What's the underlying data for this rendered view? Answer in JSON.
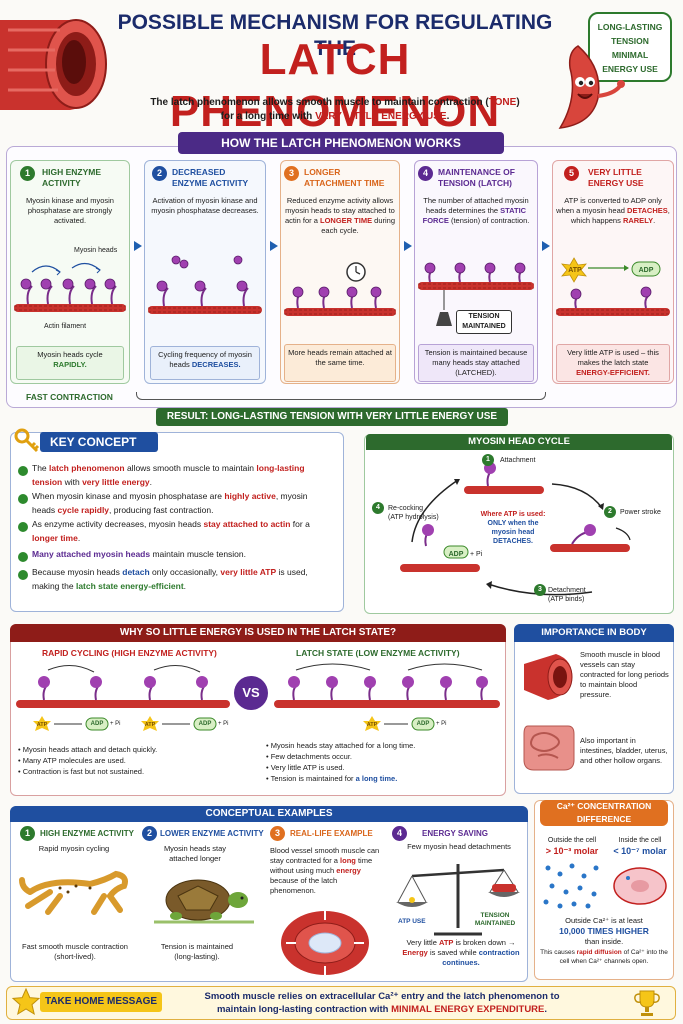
{
  "header": {
    "title_line1": "POSSIBLE MECHANISM FOR REGULATING THE",
    "title_line2": "LATCH PHENOMENON",
    "intro_pre": "The latch phenomenon allows smooth muscle to maintain contraction (",
    "intro_tone": "TONE",
    "intro_mid": ")",
    "intro_line2_pre": "for a long time with ",
    "intro_line2_em": "VERY LITTLE ENERGY USE",
    "intro_line2_post": ".",
    "callout": "LONG-LASTING TENSION MINIMAL ENERGY USE"
  },
  "how": {
    "banner": "HOW THE LATCH PHENOMENON WORKS",
    "steps": [
      {
        "num": "1",
        "title": "HIGH ENZYME ACTIVITY",
        "desc": "Myosin kinase and myosin phosphatase are strongly activated.",
        "lbl_heads": "Myosin heads",
        "lbl_actin": "Actin filament",
        "note_pre": "Myosin heads cycle ",
        "note_em": "RAPIDLY."
      },
      {
        "num": "2",
        "title": "DECREASED ENZYME ACTIVITY",
        "desc": "Activation of myosin kinase and myosin phosphatase decreases.",
        "note_pre": "Cycling frequency of myosin heads ",
        "note_em": "DECREASES."
      },
      {
        "num": "3",
        "title": "LONGER ATTACHMENT TIME",
        "desc_pre": "Reduced enzyme activity allows myosin heads to stay attached to actin for a ",
        "desc_em": "LONGER TIME",
        "desc_post": " during each cycle.",
        "note": "More heads remain attached at the same time."
      },
      {
        "num": "4",
        "title": "MAINTENANCE OF TENSION (LATCH)",
        "desc_pre": "The number of attached myosin heads determines the ",
        "desc_em": "STATIC FORCE",
        "desc_post": " (tension) of contraction.",
        "weight_lbl": "TENSION MAINTAINED",
        "note": "Tension is maintained because many heads stay attached (LATCHED)."
      },
      {
        "num": "5",
        "title": "VERY LITTLE ENERGY USE",
        "desc_pre": "ATP is converted to ADP only when a myosin head ",
        "desc_em": "DETACHES",
        "desc_mid": ", which happens ",
        "desc_em2": "RARELY",
        "desc_post": ".",
        "atp": "ATP",
        "adp": "ADP",
        "note_pre": "Very little ATP is used – this makes the latch state ",
        "note_em": "ENERGY-EFFICIENT."
      }
    ],
    "fast": "FAST CONTRACTION",
    "result": "RESULT: LONG-LASTING TENSION WITH VERY LITTLE ENERGY USE"
  },
  "key": {
    "title": "KEY CONCEPT",
    "items": [
      {
        "a": "The ",
        "b": "latch phenomenon",
        "c": " allows smooth muscle to maintain ",
        "d": "long-lasting tension",
        "e": " with ",
        "f": "very little energy",
        "g": "."
      },
      {
        "a": "When myosin kinase and myosin phosphatase are ",
        "b": "highly active",
        "c": ", myosin heads ",
        "d": "cycle rapidly",
        "e": ", producing fast contraction.",
        "f": "",
        "g": ""
      },
      {
        "a": "As enzyme activity decreases, myosin heads ",
        "b": "stay attached to actin",
        "c": " for a ",
        "d": "longer time",
        "e": ".",
        "f": "",
        "g": ""
      },
      {
        "a": "",
        "b": "Many attached myosin heads",
        "c": " maintain muscle tension.",
        "d": "",
        "e": "",
        "f": "",
        "g": ""
      },
      {
        "a": "Because myosin heads ",
        "b": "detach",
        "c": " only occasionally, ",
        "d": "very little ATP",
        "e": " is used, making the ",
        "f": "latch state energy-efficient",
        "g": "."
      }
    ]
  },
  "cycle": {
    "title": "MYOSIN HEAD CYCLE",
    "s1": "Attachment",
    "s2": "Power stroke",
    "s3": "Detachment",
    "s3b": "(ATP binds)",
    "s4": "Re-cocking",
    "s4b": "(ATP hydrolysis)",
    "center_pre": "Where ATP is used:",
    "center_em": "ONLY when the myosin head DETACHES.",
    "adp": "ADP",
    "pi": "+ Pi"
  },
  "why": {
    "title": "WHY SO LITTLE ENERGY IS USED IN THE LATCH STATE?",
    "left_title": "RAPID CYCLING (HIGH ENZYME ACTIVITY)",
    "right_title": "LATCH STATE (LOW ENZYME ACTIVITY)",
    "vs": "VS",
    "atp": "ATP",
    "adp": "ADP",
    "pi": "+ Pi",
    "left": [
      "Myosin heads attach and detach quickly.",
      "Many ATP molecules are used.",
      "Contraction is fast but not sustained."
    ],
    "right": [
      "Myosin heads stay attached for a long time.",
      "Few detachments occur.",
      "Very little ATP is used.",
      "Tension is maintained for "
    ],
    "right_em": "a long time."
  },
  "importance": {
    "title": "IMPORTANCE IN BODY",
    "t1": "Smooth muscle in blood vessels can stay contracted for long periods to maintain blood pressure.",
    "t2": "Also important in intestines, bladder, uterus, and other hollow organs."
  },
  "examples": {
    "title": "CONCEPTUAL EXAMPLES",
    "e1": {
      "num": "1",
      "title": "HIGH ENZYME ACTIVITY",
      "sub": "Rapid myosin cycling",
      "cap": "Fast smooth muscle contraction (short-lived)."
    },
    "e2": {
      "num": "2",
      "title": "LOWER ENZYME ACTIVITY",
      "sub": "Myosin heads stay attached longer",
      "cap": "Tension is maintained (long-lasting)."
    },
    "e3": {
      "num": "3",
      "title": "REAL-LIFE EXAMPLE",
      "a": "Blood vessel smooth muscle can stay contracted for a ",
      "b": "long",
      "c": " time without using much ",
      "d": "energy",
      "e": " because of the latch phenomenon."
    },
    "e4": {
      "num": "4",
      "title": "ENERGY SAVING",
      "sub": "Few myosin head detachments",
      "l1": "ATP USE",
      "l2": "TENSION MAINTAINED",
      "cap_a": "Very little ",
      "cap_b": "ATP",
      "cap_c": " is broken down → ",
      "cap_d": "Energy",
      "cap_e": " is saved while ",
      "cap_f": "contraction continues."
    }
  },
  "calcium": {
    "title": "Ca²⁺ CONCENTRATION DIFFERENCE",
    "out_lbl": "Outside the cell",
    "out_val": "> 10⁻³ molar",
    "in_lbl": "Inside the cell",
    "in_val": "< 10⁻⁷ molar",
    "t1": "Outside Ca²⁺ is at least",
    "t1_em": "10,000 TIMES HIGHER",
    "t1b": "than inside.",
    "t2a": "This causes ",
    "t2b": "rapid diffusion",
    "t2c": " of Ca²⁺ into the cell when Ca²⁺ channels open."
  },
  "footer": {
    "label": "TAKE HOME MESSAGE",
    "msg_a": "Smooth muscle relies on extracellular Ca²⁺ entry and the latch phenomenon to",
    "msg_b": "maintain long-lasting contraction with ",
    "msg_em": "MINIMAL ENERGY EXPENDITURE",
    "msg_c": "."
  },
  "colors": {
    "navy": "#1b2b6b",
    "red": "#c2201e",
    "purple": "#5b2a91",
    "green": "#2d6a2d",
    "blue": "#1f4fa0",
    "orange": "#e07020"
  }
}
